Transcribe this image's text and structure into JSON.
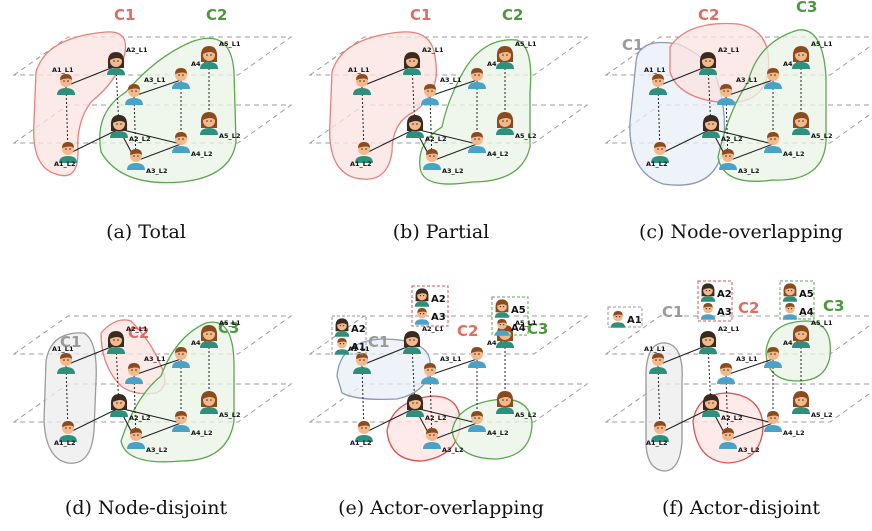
{
  "colors": {
    "c1_stroke": "#e8807a",
    "c1_fill": "#fbe3e0",
    "c2_stroke": "#5aa84e",
    "c2_fill": "#eaf4e6",
    "c3_stroke": "#5aa84e",
    "c3_fill": "#eaf4e6",
    "grey_stroke": "#9a9a9a",
    "grey_fill": "#ececec",
    "blue_stroke": "#8a9ab0",
    "blue_fill": "#e8eef7",
    "c2_red_stroke": "#d9534f",
    "c2_red_fill": "#fde4e2",
    "layer": "#9b9b9b",
    "skin": "#f4b98a",
    "hair_brown": "#8a4b1e",
    "hair_dark": "#3a2a20",
    "shirt_green": "#2f8f7d",
    "shirt_blue": "#4aa3c7",
    "label_red": "#e56b5d",
    "label_green": "#4a9a3a",
    "label_grey": "#9a9a9a"
  },
  "panels": [
    {
      "id": "a",
      "caption": "(a) Total",
      "clusters": [
        {
          "label": "C1",
          "color": "label_red",
          "style": "c1"
        },
        {
          "label": "C2",
          "color": "label_green",
          "style": "c2"
        }
      ],
      "nodes": [
        "A1_L1",
        "A2_L1",
        "A3_L1",
        "A4_L1",
        "A5_L1",
        "A1_L2",
        "A2_L2",
        "A3_L2",
        "A4_L2",
        "A5_L2"
      ]
    },
    {
      "id": "b",
      "caption": "(b) Partial",
      "clusters": [
        {
          "label": "C1",
          "color": "label_red",
          "style": "c1"
        },
        {
          "label": "C2",
          "color": "label_green",
          "style": "c2"
        }
      ],
      "nodes": [
        "A1_L1",
        "A2_L1",
        "A3_L1",
        "A4_L1",
        "A5_L1",
        "A1_L2",
        "A2_L2",
        "A3_L2",
        "A4_L2",
        "A5_L2"
      ]
    },
    {
      "id": "c",
      "caption": "(c) Node-overlapping",
      "clusters": [
        {
          "label": "C1",
          "color": "label_grey",
          "style": "blue"
        },
        {
          "label": "C2",
          "color": "label_red",
          "style": "c1"
        },
        {
          "label": "C3",
          "color": "label_green",
          "style": "c2"
        }
      ],
      "nodes": [
        "A1_L1",
        "A2_L1",
        "A3_L1",
        "A4_L1",
        "A5_L1",
        "A1_L2",
        "A2_L2",
        "A3_L2",
        "A4_L2",
        "A5_L2"
      ]
    },
    {
      "id": "d",
      "caption": "(d) Node-disjoint",
      "clusters": [
        {
          "label": "C1",
          "color": "label_grey",
          "style": "grey"
        },
        {
          "label": "C2",
          "color": "label_red",
          "style": "c1"
        },
        {
          "label": "C3",
          "color": "label_green",
          "style": "c2"
        }
      ],
      "nodes": [
        "A1_L1",
        "A2_L1",
        "A3_L1",
        "A4_L1",
        "A5_L1",
        "A1_L2",
        "A2_L2",
        "A3_L2",
        "A4_L2",
        "A5_L2"
      ]
    },
    {
      "id": "e",
      "caption": "(e) Actor-overlapping",
      "clusters": [
        {
          "label": "C1",
          "color": "label_grey",
          "style": "blue"
        },
        {
          "label": "C2",
          "color": "label_red",
          "style": "c2red"
        },
        {
          "label": "C3",
          "color": "label_green",
          "style": "c2"
        }
      ],
      "actor_groups": [
        {
          "actors": [
            "A2",
            "A1"
          ]
        },
        {
          "actors": [
            "A2",
            "A3"
          ]
        },
        {
          "actors": [
            "A5",
            "A4"
          ]
        }
      ],
      "nodes": [
        "A1_L1",
        "A2_L1",
        "A3_L1",
        "A4_L1",
        "A5_L1",
        "A1_L2",
        "A2_L2",
        "A3_L2",
        "A4_L2",
        "A5_L2"
      ]
    },
    {
      "id": "f",
      "caption": "(f) Actor-disjoint",
      "clusters": [
        {
          "label": "C1",
          "color": "label_grey",
          "style": "grey"
        },
        {
          "label": "C2",
          "color": "label_red",
          "style": "c2red"
        },
        {
          "label": "C3",
          "color": "label_green",
          "style": "c2"
        }
      ],
      "actor_groups": [
        {
          "actors": [
            "A1"
          ]
        },
        {
          "actors": [
            "A2",
            "A3"
          ]
        },
        {
          "actors": [
            "A5",
            "A4"
          ]
        }
      ],
      "nodes": [
        "A1_L1",
        "A2_L1",
        "A3_L1",
        "A4_L1",
        "A5_L1",
        "A1_L2",
        "A2_L2",
        "A3_L2",
        "A4_L2",
        "A5_L2"
      ]
    }
  ]
}
